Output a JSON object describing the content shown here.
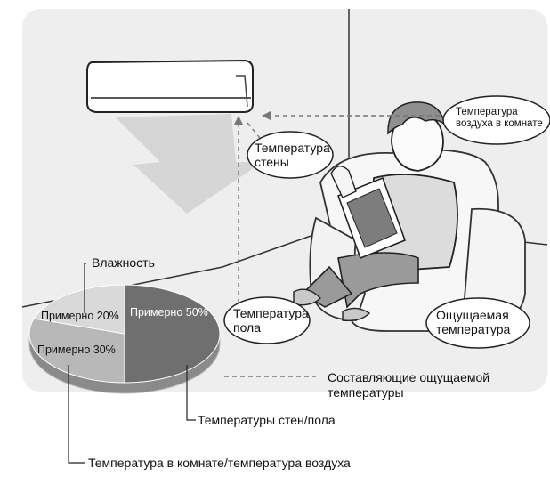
{
  "labels": {
    "air_temperature": [
      "Температура",
      "воздуха в комнате"
    ],
    "wall_temperature": [
      "Температура",
      "стены"
    ],
    "floor_temperature": [
      "Температура",
      "пола"
    ],
    "felt_temperature": [
      "Ощущаемая",
      "температура"
    ]
  },
  "pie": {
    "humidity_label": "Влажность",
    "slices": [
      {
        "label": "Примерно 50%",
        "value": 50,
        "color": "#6f6f6f"
      },
      {
        "label": "Примерно 30%",
        "value": 30,
        "color": "#b8b8b8"
      },
      {
        "label": "Примерно 20%",
        "value": 20,
        "color": "#d9d9d9"
      }
    ]
  },
  "captions": {
    "components": [
      "Составляющие ощущаемой",
      "температуры"
    ],
    "walls_floor": "Температуры стен/пола",
    "room_air": "Температура в комнате/температура воздуха"
  }
}
